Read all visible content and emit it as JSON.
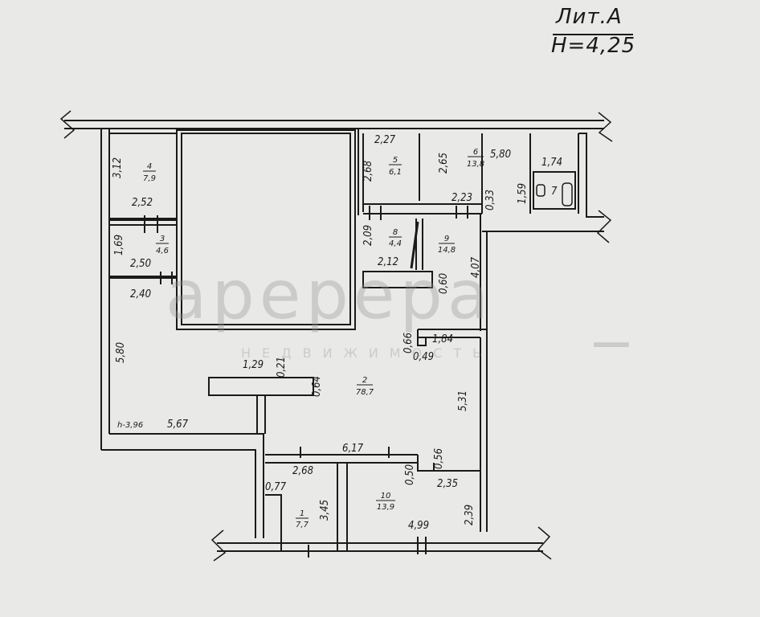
{
  "header": {
    "title": "Лит.А",
    "height_note": "H=4,25"
  },
  "watermark": {
    "brand": "аререра",
    "underline": "_",
    "sub": "НЕДВИЖИМОСТЬ"
  },
  "rooms": [
    {
      "id": "r1",
      "number": "1",
      "area": "7,7"
    },
    {
      "id": "r2",
      "number": "2",
      "area": "78,7"
    },
    {
      "id": "r3",
      "number": "3",
      "area": "4,6"
    },
    {
      "id": "r4",
      "number": "4",
      "area": "7,9"
    },
    {
      "id": "r5",
      "number": "5",
      "area": "6,1"
    },
    {
      "id": "r6",
      "number": "6",
      "area": "13,8"
    },
    {
      "id": "r7",
      "number": "7",
      "area": ""
    },
    {
      "id": "r8",
      "number": "8",
      "area": "4,4"
    },
    {
      "id": "r9",
      "number": "9",
      "area": "14,8"
    },
    {
      "id": "r10",
      "number": "10",
      "area": "13,9"
    }
  ],
  "dimensions": {
    "d312": "3,12",
    "d252": "2,52",
    "d169": "1,69",
    "d250": "2,50",
    "d240": "2,40",
    "d580a": "5,80",
    "d567": "5,67",
    "d396": "h-3,96",
    "d129": "1,29",
    "d021": "0,21",
    "d064": "0,64",
    "d227": "2,27",
    "d268a": "2,68",
    "d265": "2,65",
    "d580b": "5,80",
    "d174": "1,74",
    "d159": "1,59",
    "d033": "0,33",
    "d223": "2,23",
    "d209": "2,09",
    "d212": "2,12",
    "d060": "0,60",
    "d407": "4,07",
    "d066": "0,66",
    "d184": "1,84",
    "d049": "0,49",
    "d531": "5,31",
    "d617": "6,17",
    "d268b": "2,68",
    "d050": "0,50",
    "d056": "0,56",
    "d235": "2,35",
    "d077": "0,77",
    "d345": "3,45",
    "d239": "2,39",
    "d499": "4,99"
  }
}
